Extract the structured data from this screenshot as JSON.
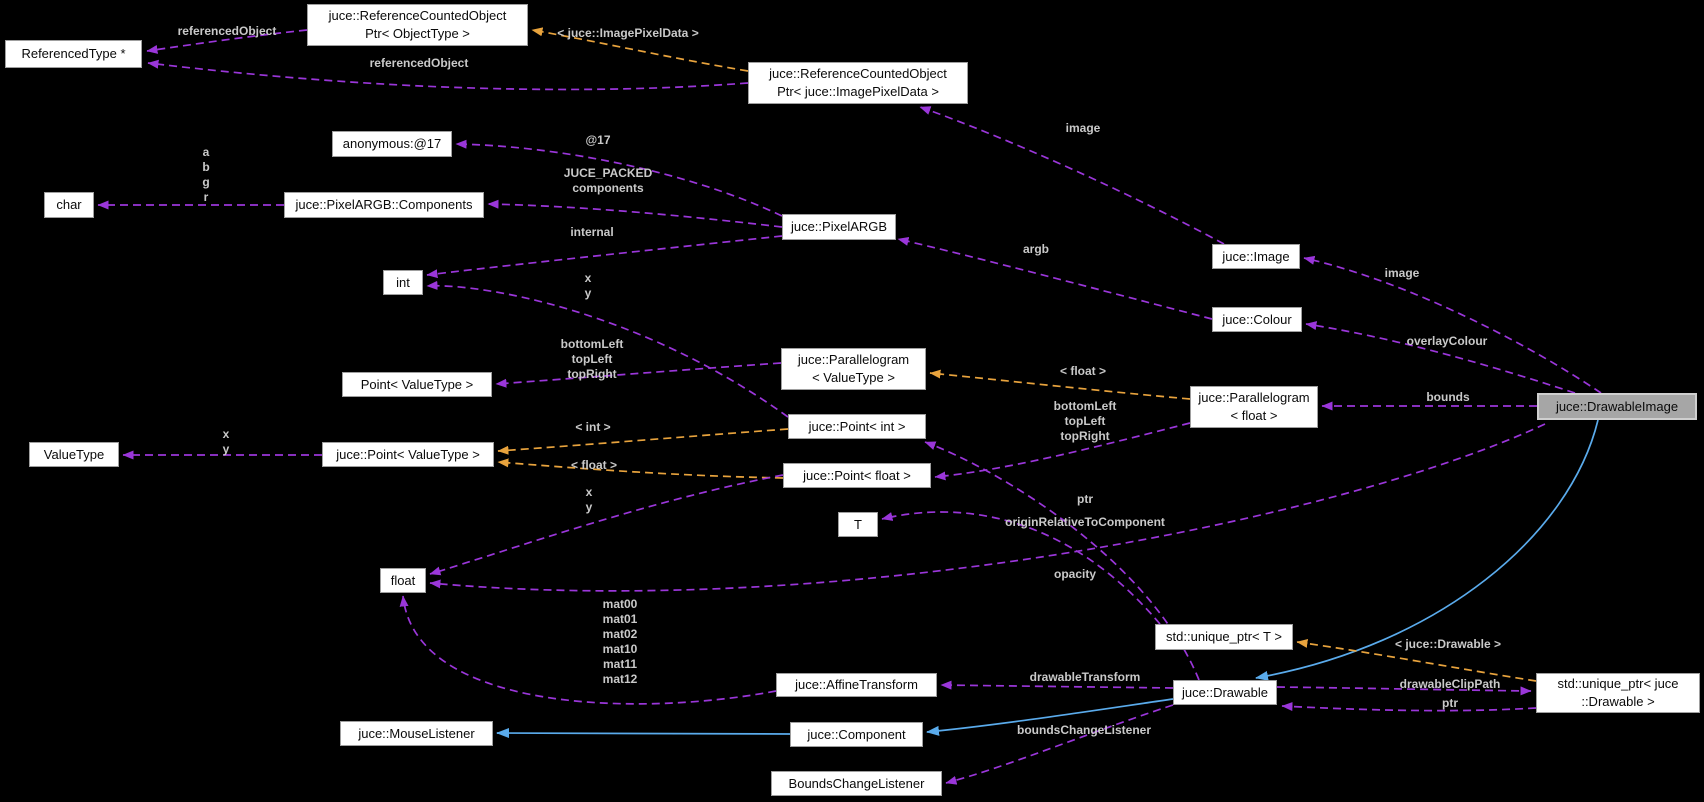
{
  "diagram": {
    "kind": "doxygen-collaboration-graph",
    "main_class": "juce::DrawableImage",
    "colors": {
      "background": "#000000",
      "member_edge": "#9a36d9",
      "template_edge": "#e8a33d",
      "inheritance_edge": "#5aabec",
      "edge_label_text": "#c9c9c9",
      "node_background": "#ffffff",
      "node_border": "#9f9f9f",
      "node_text": "#0a0a0a",
      "highlight_background": "#a6a6a6",
      "highlight_border": "#cfcfcf"
    },
    "nodes": [
      {
        "id": "refType",
        "lines": [
          "ReferencedType *"
        ],
        "highlight": false
      },
      {
        "id": "rcopObj",
        "lines": [
          "juce::ReferenceCountedObject",
          "Ptr< ObjectType >"
        ],
        "highlight": false
      },
      {
        "id": "rcopIpd",
        "lines": [
          "juce::ReferenceCountedObject",
          "Ptr< juce::ImagePixelData >"
        ],
        "highlight": false
      },
      {
        "id": "anon17",
        "lines": [
          "anonymous:@17"
        ],
        "highlight": false
      },
      {
        "id": "charBox",
        "lines": [
          "char"
        ],
        "highlight": false
      },
      {
        "id": "components",
        "lines": [
          "juce::PixelARGB::Components"
        ],
        "highlight": false
      },
      {
        "id": "pixelArgb",
        "lines": [
          "juce::PixelARGB"
        ],
        "highlight": false
      },
      {
        "id": "intBox",
        "lines": [
          "int"
        ],
        "highlight": false
      },
      {
        "id": "imageBox",
        "lines": [
          "juce::Image"
        ],
        "highlight": false
      },
      {
        "id": "colourBox",
        "lines": [
          "juce::Colour"
        ],
        "highlight": false
      },
      {
        "id": "pointVT",
        "lines": [
          "Point< ValueType >"
        ],
        "highlight": false
      },
      {
        "id": "paraVT",
        "lines": [
          "juce::Parallelogram",
          "< ValueType >"
        ],
        "highlight": false
      },
      {
        "id": "pointInt",
        "lines": [
          "juce::Point< int >"
        ],
        "highlight": false
      },
      {
        "id": "pointFloat",
        "lines": [
          "juce::Point< float >"
        ],
        "highlight": false
      },
      {
        "id": "jpointVT",
        "lines": [
          "juce::Point< ValueType >"
        ],
        "highlight": false
      },
      {
        "id": "valueType",
        "lines": [
          "ValueType"
        ],
        "highlight": false
      },
      {
        "id": "tBox",
        "lines": [
          "T"
        ],
        "highlight": false
      },
      {
        "id": "floatBox",
        "lines": [
          "float"
        ],
        "highlight": false
      },
      {
        "id": "paraFloat",
        "lines": [
          "juce::Parallelogram",
          "< float >"
        ],
        "highlight": false
      },
      {
        "id": "drawableImage",
        "lines": [
          "juce::DrawableImage"
        ],
        "highlight": true
      },
      {
        "id": "uniquePtrT",
        "lines": [
          "std::unique_ptr< T >"
        ],
        "highlight": false
      },
      {
        "id": "drawable",
        "lines": [
          "juce::Drawable"
        ],
        "highlight": false
      },
      {
        "id": "uniquePtrDrawable",
        "lines": [
          "std::unique_ptr< juce",
          "::Drawable >"
        ],
        "highlight": false
      },
      {
        "id": "affine",
        "lines": [
          "juce::AffineTransform"
        ],
        "highlight": false
      },
      {
        "id": "component",
        "lines": [
          "juce::Component"
        ],
        "highlight": false
      },
      {
        "id": "mouseListener",
        "lines": [
          "juce::MouseListener"
        ],
        "highlight": false
      },
      {
        "id": "boundsListener",
        "lines": [
          "BoundsChangeListener"
        ],
        "highlight": false
      }
    ],
    "edges": [
      {
        "id": "e1",
        "from": "rcopObj",
        "to": "refType",
        "kind": "member",
        "label": [
          "referencedObject"
        ]
      },
      {
        "id": "e2",
        "from": "rcopIpd",
        "to": "refType",
        "kind": "member",
        "label": [
          "referencedObject"
        ]
      },
      {
        "id": "e3",
        "from": "rcopIpd",
        "to": "rcopObj",
        "kind": "template",
        "label": [
          "< juce::ImagePixelData >"
        ]
      },
      {
        "id": "e4",
        "from": "imageBox",
        "to": "rcopIpd",
        "kind": "member",
        "label": [
          "image"
        ]
      },
      {
        "id": "e5",
        "from": "pixelArgb",
        "to": "anon17",
        "kind": "member",
        "label": [
          "@17"
        ]
      },
      {
        "id": "e6",
        "from": "pixelArgb",
        "to": "components",
        "kind": "member",
        "label": [
          "JUCE_PACKED",
          "components"
        ]
      },
      {
        "id": "e7",
        "from": "pixelArgb",
        "to": "intBox",
        "kind": "member",
        "label": [
          "internal"
        ]
      },
      {
        "id": "e8",
        "from": "components",
        "to": "charBox",
        "kind": "member",
        "label": [
          "a",
          "b",
          "g",
          "r"
        ]
      },
      {
        "id": "e9",
        "from": "colourBox",
        "to": "pixelArgb",
        "kind": "member",
        "label": [
          "argb"
        ]
      },
      {
        "id": "e10",
        "from": "drawableImage",
        "to": "imageBox",
        "kind": "member",
        "label": [
          "image"
        ]
      },
      {
        "id": "e11",
        "from": "drawableImage",
        "to": "colourBox",
        "kind": "member",
        "label": [
          "overlayColour"
        ]
      },
      {
        "id": "e12",
        "from": "drawableImage",
        "to": "paraFloat",
        "kind": "member",
        "label": [
          "bounds"
        ]
      },
      {
        "id": "e13",
        "from": "paraVT",
        "to": "pointVT",
        "kind": "member",
        "label": [
          "bottomLeft",
          "topLeft",
          "topRight"
        ]
      },
      {
        "id": "e14",
        "from": "paraFloat",
        "to": "paraVT",
        "kind": "template",
        "label": [
          "< float >"
        ]
      },
      {
        "id": "e15",
        "from": "paraFloat",
        "to": "pointFloat",
        "kind": "member",
        "label": [
          "bottomLeft",
          "topLeft",
          "topRight"
        ]
      },
      {
        "id": "e16",
        "from": "pointInt",
        "to": "jpointVT",
        "kind": "template",
        "label": [
          "< int >"
        ]
      },
      {
        "id": "e17",
        "from": "pointFloat",
        "to": "jpointVT",
        "kind": "template",
        "label": [
          "< float >"
        ]
      },
      {
        "id": "e18",
        "from": "jpointVT",
        "to": "valueType",
        "kind": "member",
        "label": [
          "x",
          "y"
        ]
      },
      {
        "id": "e19",
        "from": "pointInt",
        "to": "intBox",
        "kind": "member",
        "label": [
          "x",
          "y"
        ]
      },
      {
        "id": "e20",
        "from": "pointFloat",
        "to": "floatBox",
        "kind": "member",
        "label": [
          "x",
          "y"
        ]
      },
      {
        "id": "e21",
        "from": "uniquePtrT",
        "to": "tBox",
        "kind": "member",
        "label": [
          "ptr"
        ]
      },
      {
        "id": "e22",
        "from": "drawable",
        "to": "pointInt",
        "kind": "member",
        "label": [
          "originRelativeToComponent"
        ]
      },
      {
        "id": "e23",
        "from": "drawableImage",
        "to": "floatBox",
        "kind": "member",
        "label": [
          "opacity"
        ]
      },
      {
        "id": "e24",
        "from": "affine",
        "to": "floatBox",
        "kind": "member",
        "label": [
          "mat00",
          "mat01",
          "mat02",
          "mat10",
          "mat11",
          "mat12"
        ]
      },
      {
        "id": "e25",
        "from": "drawable",
        "to": "affine",
        "kind": "member",
        "label": [
          "drawableTransform"
        ]
      },
      {
        "id": "e26",
        "from": "drawable",
        "to": "component",
        "kind": "inheritance",
        "label": []
      },
      {
        "id": "e27",
        "from": "component",
        "to": "mouseListener",
        "kind": "inheritance",
        "label": []
      },
      {
        "id": "e28",
        "from": "drawableImage",
        "to": "drawable",
        "kind": "inheritance",
        "label": []
      },
      {
        "id": "e29",
        "from": "drawable",
        "to": "boundsListener",
        "kind": "member",
        "label": [
          "boundsChangeListener"
        ]
      },
      {
        "id": "e30",
        "from": "uniquePtrDrawable",
        "to": "uniquePtrT",
        "kind": "template",
        "label": [
          "< juce::Drawable >"
        ]
      },
      {
        "id": "e31",
        "from": "drawable",
        "to": "uniquePtrDrawable",
        "kind": "member",
        "label": [
          "drawableClipPath"
        ]
      },
      {
        "id": "e32",
        "from": "uniquePtrDrawable",
        "to": "drawable",
        "kind": "member",
        "label": [
          "ptr"
        ]
      }
    ]
  }
}
